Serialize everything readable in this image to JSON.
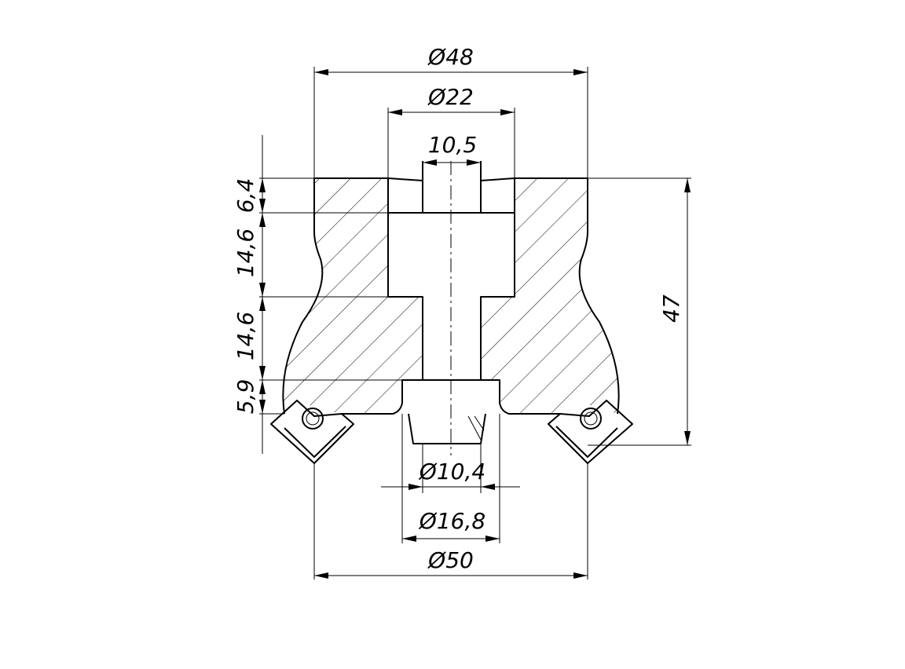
{
  "dimensions": {
    "dia_48": "Ø48",
    "dia_22": "Ø22",
    "width_10_5": "10,5",
    "h_6_4": "6,4",
    "h_14_6_upper": "14,6",
    "h_14_6_lower": "14,6",
    "h_5_9": "5,9",
    "height_47": "47",
    "dia_10_4": "Ø10,4",
    "dia_16_8": "Ø16,8",
    "dia_50": "Ø50"
  }
}
